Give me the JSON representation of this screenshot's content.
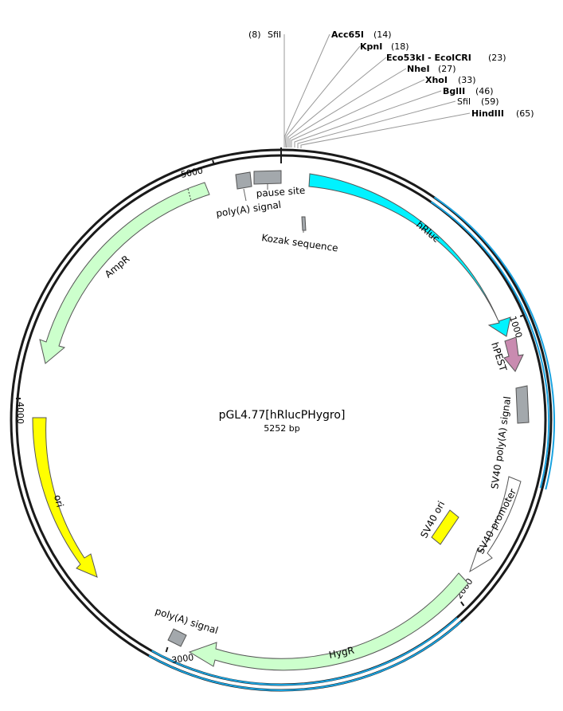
{
  "plasmid": {
    "name": "pGL4.77[hRlucPHygro]",
    "length_label": "5252 bp",
    "length": 5252
  },
  "restriction_sites": [
    {
      "name": "SfiI",
      "pos": 8,
      "pos_label": "(8)",
      "bold": false
    },
    {
      "name": "Acc65I",
      "pos": 14,
      "pos_label": "(14)",
      "bold": true
    },
    {
      "name": "KpnI",
      "pos": 18,
      "pos_label": "(18)",
      "bold": true
    },
    {
      "name": "Eco53kI - EcoICRI",
      "pos": 23,
      "pos_label": "(23)",
      "bold": true
    },
    {
      "name": "NheI",
      "pos": 27,
      "pos_label": "(27)",
      "bold": true
    },
    {
      "name": "XhoI",
      "pos": 33,
      "pos_label": "(33)",
      "bold": true
    },
    {
      "name": "BglII",
      "pos": 46,
      "pos_label": "(46)",
      "bold": true
    },
    {
      "name": "SfiI",
      "pos": 59,
      "pos_label": "(59)",
      "bold": false
    },
    {
      "name": "HindIII",
      "pos": 65,
      "pos_label": "(65)",
      "bold": true
    }
  ],
  "ticks": [
    {
      "label": "1000",
      "pos": 1000
    },
    {
      "label": "2000",
      "pos": 2000
    },
    {
      "label": "3000",
      "pos": 3000
    },
    {
      "label": "4000",
      "pos": 4000
    },
    {
      "label": "5000",
      "pos": 5000
    }
  ],
  "features": [
    {
      "id": "hrluc",
      "label": "hRluc",
      "type": "arrow",
      "color": "#00f2ff"
    },
    {
      "id": "hpest",
      "label": "hPEST",
      "type": "arrow",
      "color": "#c98bb0"
    },
    {
      "id": "sv40-polya",
      "label": "SV40 poly(A) signal",
      "type": "box",
      "color": "#a3a8ac"
    },
    {
      "id": "sv40-promoter",
      "label": "SV40 promoter",
      "type": "arrow",
      "color": "#ffffff"
    },
    {
      "id": "sv40-ori",
      "label": "SV40 ori",
      "type": "box",
      "color": "#ffff00"
    },
    {
      "id": "hygr",
      "label": "HygR",
      "type": "arrow",
      "color": "#ccffcc"
    },
    {
      "id": "polya-signal-2",
      "label": "poly(A) signal",
      "type": "box",
      "color": "#a3a8ac"
    },
    {
      "id": "ori",
      "label": "ori",
      "type": "arrow",
      "color": "#ffff00"
    },
    {
      "id": "ampr",
      "label": "AmpR",
      "type": "arrow",
      "color": "#ccffcc"
    },
    {
      "id": "polya-signal-1",
      "label": "poly(A) signal",
      "type": "box",
      "color": "#a3a8ac"
    },
    {
      "id": "pause-site",
      "label": "pause site",
      "type": "box",
      "color": "#a3a8ac"
    },
    {
      "id": "kozak",
      "label": "Kozak sequence",
      "type": "box",
      "color": "#a3a8ac"
    }
  ],
  "colors": {
    "backbone": "#1a1a1a",
    "orf_highlight": "#1aa3e0",
    "leader_line": "#999999"
  }
}
